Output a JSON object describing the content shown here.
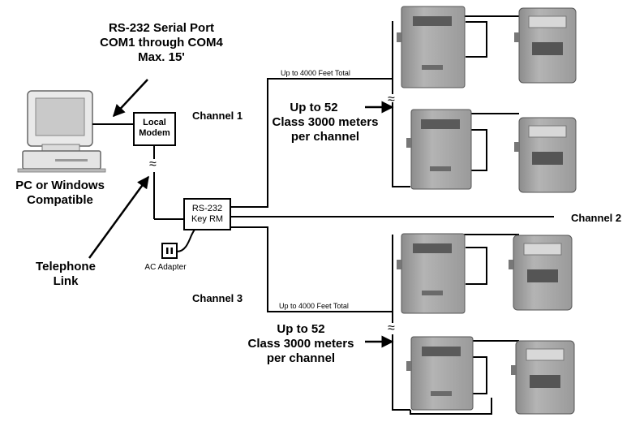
{
  "serial_port": {
    "line1": "RS-232 Serial Port",
    "line2": "COM1 through COM4",
    "line3": "Max. 15'"
  },
  "pc": {
    "line1": "PC or Windows",
    "line2": "Compatible"
  },
  "modem": {
    "line1": "Local",
    "line2": "Modem"
  },
  "keyrm": {
    "line1": "RS-232",
    "line2": "Key RM"
  },
  "ac_adapter": "AC Adapter",
  "telephone": {
    "line1": "Telephone",
    "line2": "Link"
  },
  "channel1": "Channel 1",
  "channel2": "Channel 2",
  "channel3": "Channel 3",
  "cable_top": "Up to 4000 Feet Total",
  "cable_bottom": "Up to 4000 Feet Total",
  "upper_meters": {
    "line1": "Up to 52",
    "line2": "Class 3000 meters",
    "line3": "per channel"
  },
  "lower_meters": {
    "line1": "Up to 52",
    "line2": "Class 3000 meters",
    "line3": "per channel"
  },
  "break_symbol": "≈"
}
